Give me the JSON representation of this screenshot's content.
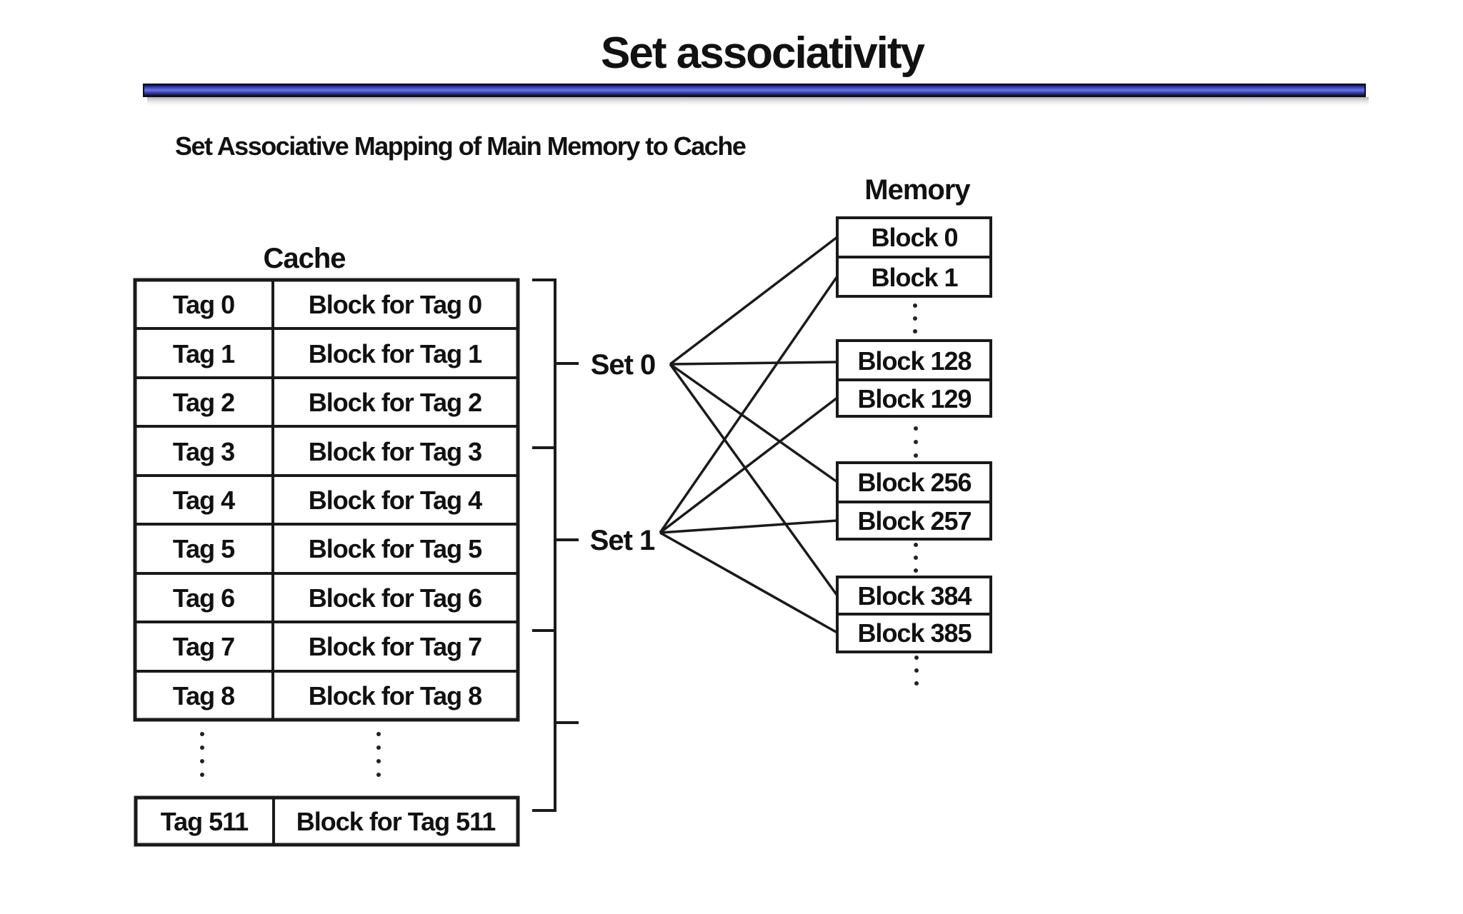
{
  "title": "Set associativity",
  "subtitle": "Set Associative Mapping of Main Memory to Cache",
  "colors": {
    "background": "#ffffff",
    "text": "#111111",
    "line": "#1a1a1a",
    "accent_bar_blue": "#5a63da",
    "accent_bar_edge": "#0d0d18"
  },
  "cache": {
    "label": "Cache",
    "rows": [
      {
        "tag": "Tag 0",
        "block": "Block for Tag 0"
      },
      {
        "tag": "Tag 1",
        "block": "Block for Tag 1"
      },
      {
        "tag": "Tag 2",
        "block": "Block for Tag 2"
      },
      {
        "tag": "Tag 3",
        "block": "Block for Tag 3"
      },
      {
        "tag": "Tag 4",
        "block": "Block for Tag 4"
      },
      {
        "tag": "Tag 5",
        "block": "Block for Tag 5"
      },
      {
        "tag": "Tag 6",
        "block": "Block for Tag 6"
      },
      {
        "tag": "Tag 7",
        "block": "Block for Tag 7"
      },
      {
        "tag": "Tag 8",
        "block": "Block for Tag 8"
      }
    ],
    "last_row": {
      "tag": "Tag 511",
      "block": "Block for Tag 511"
    }
  },
  "sets": [
    {
      "label": "Set 0"
    },
    {
      "label": "Set 1"
    }
  ],
  "memory": {
    "label": "Memory",
    "groups": [
      [
        "Block 0",
        "Block 1"
      ],
      [
        "Block 128",
        "Block 129"
      ],
      [
        "Block 256",
        "Block 257"
      ],
      [
        "Block 384",
        "Block 385"
      ]
    ]
  },
  "connections": [
    {
      "from": "Set 0",
      "to": [
        "Block 0",
        "Block 128",
        "Block 256",
        "Block 384"
      ]
    },
    {
      "from": "Set 1",
      "to": [
        "Block 1",
        "Block 129",
        "Block 257",
        "Block 385"
      ]
    }
  ]
}
